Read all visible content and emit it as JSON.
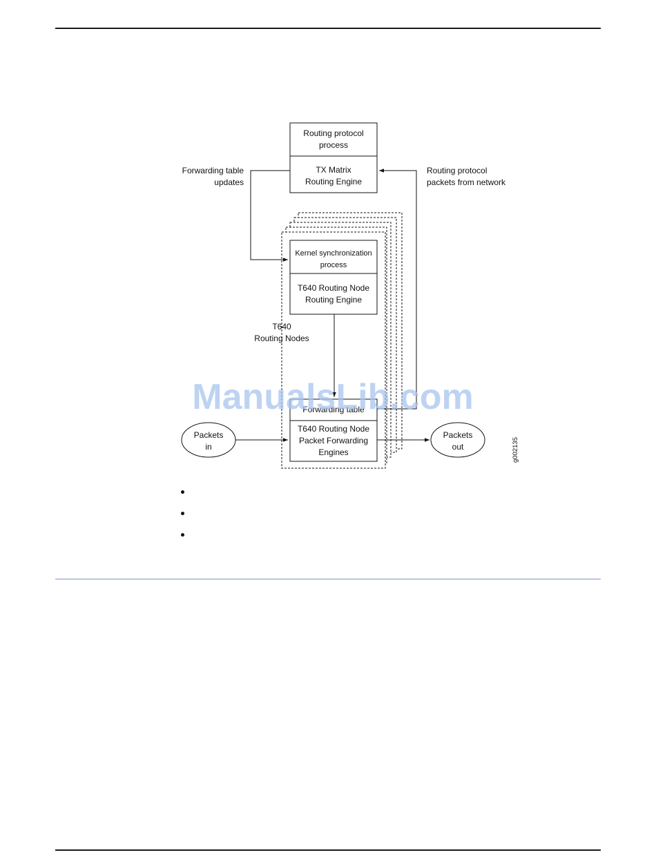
{
  "diagram": {
    "boxes": {
      "routing_protocol_process": [
        "Routing protocol",
        "process"
      ],
      "tx_matrix_routing_engine": [
        "TX Matrix",
        "Routing Engine"
      ],
      "kernel_sync_process": [
        "Kernel synchronization",
        "process"
      ],
      "t640_routing_engine": [
        "T640 Routing Node",
        "Routing Engine"
      ],
      "forwarding_table": "Forwarding table",
      "t640_pfe": [
        "T640 Routing Node",
        "Packet Forwarding",
        "Engines"
      ]
    },
    "ovals": {
      "packets_in": [
        "Packets",
        "in"
      ],
      "packets_out": [
        "Packets",
        "out"
      ]
    },
    "labels": {
      "forwarding_table_updates": [
        "Forwarding table",
        "updates"
      ],
      "routing_protocol_packets": [
        "Routing protocol",
        "packets from network"
      ],
      "t640_routing_nodes": [
        "T640",
        "Routing Nodes"
      ],
      "figure_id": "g002135"
    }
  },
  "watermark": "ManualsLib.com",
  "bullets": [
    "",
    "",
    ""
  ]
}
